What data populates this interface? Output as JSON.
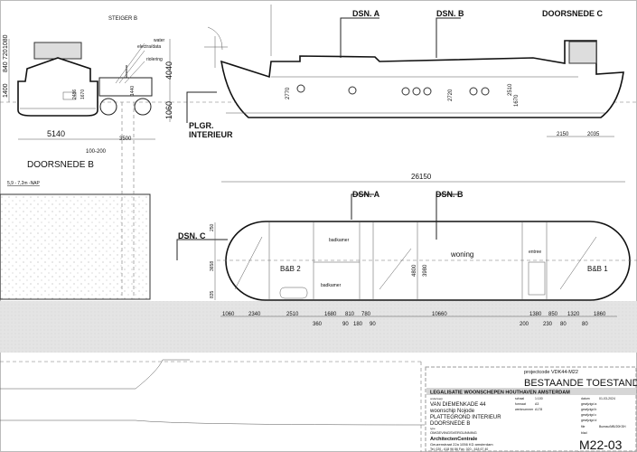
{
  "section_b": {
    "steiger": "STEIGER B",
    "water": "water",
    "electra": "electra/data",
    "riolering": "riolering",
    "title": "DOORSNEDE B",
    "nap": "5,9 - 7,2m  -NAP",
    "dims_left": [
      "1400",
      "840",
      "720",
      "1080"
    ],
    "dims_right": [
      "4040",
      "1060"
    ],
    "dims_inner": [
      "2486",
      "1670",
      "1440"
    ],
    "dim_width": "5140",
    "dim_steiger": "3500",
    "dim_gap": "100-200"
  },
  "section_c": {
    "dsn_a": "DSN. A",
    "dsn_b": "DSN. B",
    "title": "DOORSNEDE C",
    "plgr": "PLGR.",
    "interieur": "INTERIEUR",
    "heights": [
      "2770",
      "2720",
      "2510",
      "1670"
    ],
    "dims_bottom": [
      "2150",
      "2035"
    ]
  },
  "plan": {
    "total": "26150",
    "dsn_a": "DSN. A",
    "dsn_b": "DSN. B",
    "dsn_c": "DSN. C",
    "rooms": {
      "bb2": "B&B  2",
      "woning": "woning",
      "bb1": "B&B  1",
      "badkamer1": "badkamer",
      "badkamer2": "badkamer",
      "entree": "entree"
    },
    "dims_left": [
      "250",
      "3658",
      "835"
    ],
    "dims_inner": [
      "4800",
      "3980"
    ],
    "dims_top_row": [
      "1060",
      "2340",
      "2510",
      "1680",
      "810",
      "780",
      "10660",
      "1380",
      "850",
      "1320",
      "1860"
    ],
    "dims_bottom_row": [
      "360",
      "90",
      "180",
      "90",
      "200",
      "230",
      "80",
      "80"
    ]
  },
  "title_block": {
    "projectcode": "projectcode  VDK44-M22",
    "status": "BESTAANDE  TOESTAND",
    "banner": "LEGALISATIE   WOONSCHEPEN   HOUTHAVEN   AMSTERDAM",
    "onderwerp_label": "onderwerp",
    "address": "VAN DIEMENKADE 44",
    "ship": "woonschip Nojode",
    "subject1": "PLATTEGROND INTERIEUR",
    "subject2": "DOORSNEDE B",
    "type_label": "type",
    "type_value": "OMGEVINGSVERGUNNING",
    "firm": "ArchitectenCentrale",
    "firm_address": "Geuzenstraat 22a    1056 KD   amsterdam",
    "firm_phone": "Tel. 020 - 618 96 86      Fax. 020 - 618 67 40",
    "schaal_label": "schaal",
    "schaal": "1:100",
    "formaat_label": "formaat",
    "formaat": "A3",
    "werknummer_label": "werknummer",
    "werknummer": "A178",
    "datum_label": "datum",
    "datum": "01-03-2024",
    "gewijzigd": [
      "gewijzigd a",
      "gewijzigd b",
      "gewijzigd c",
      "gewijzigd d"
    ],
    "file_label": "file",
    "file": "Bureau/MB/20KSH",
    "blad_label": "blad",
    "sheet": "M22-03"
  }
}
